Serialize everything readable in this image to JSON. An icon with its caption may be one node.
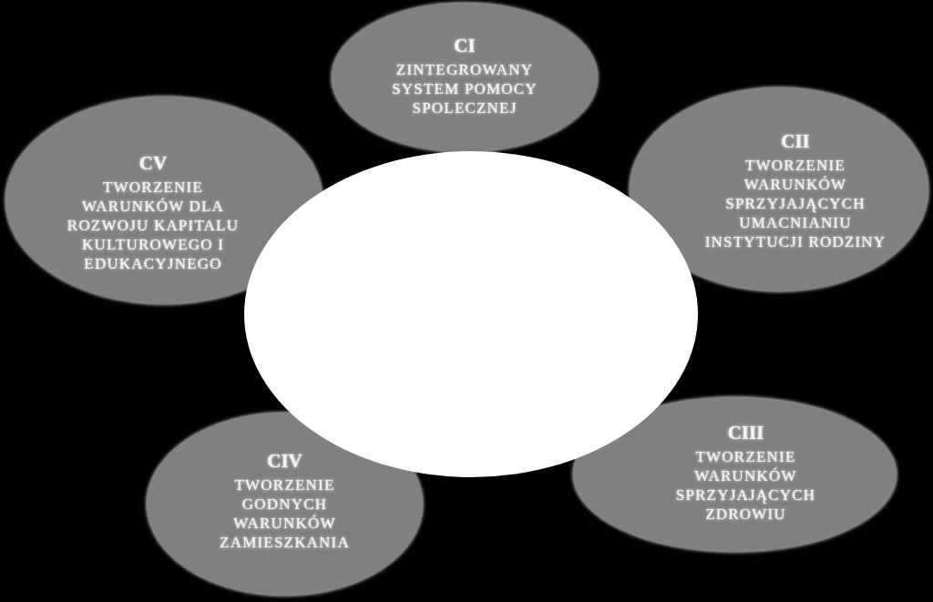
{
  "diagram": {
    "nodes": [
      {
        "text": [
          "CI",
          "ZINTEGROWANY SYSTEM POMOCY SPOLECZNEJ"
        ]
      },
      {
        "text": [
          "CII",
          "TWORZENIE WARUNKÓW SPRZYJAJĄCYCH UMACNIANIU INSTYTUCJI RODZINY"
        ]
      },
      {
        "text": [
          "CIII",
          "TWORZENIE WARUNKÓW SPRZYJAJĄCYCH ZDROWIU"
        ]
      },
      {
        "text": [
          "CIV",
          "TWORZENIE GODNYCH WARUNKÓW ZAMIESZKANIA"
        ]
      },
      {
        "text": [
          "CV",
          "TWORZENIE WARUNKÓW DLA ROZWOJU KAPITALU KULTUROWEGO I EDUKACYJNEGO"
        ]
      },
      {
        "text": [],
        "shape": "ellipse"
      }
    ]
  }
}
